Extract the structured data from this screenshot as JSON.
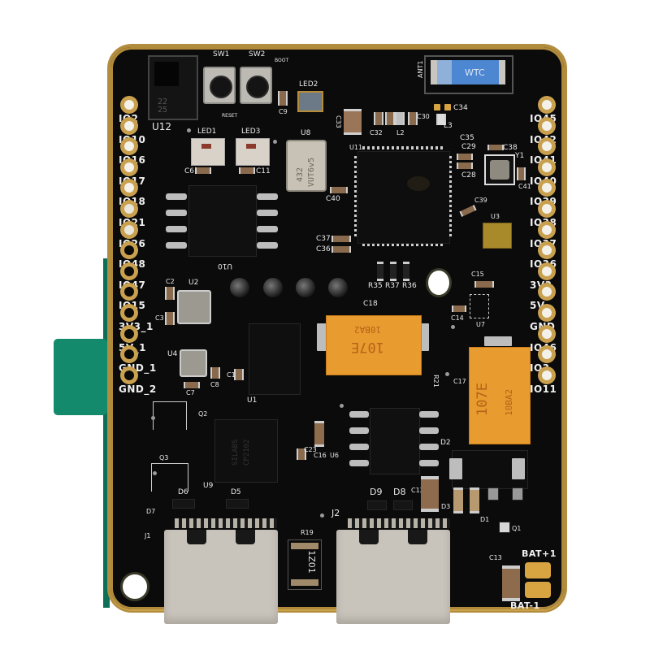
{
  "image": {
    "subject": "ESP32-S3 development board (black PCB, top view)",
    "background_color": "#ffffff",
    "pcb_color": "#0b0b0b",
    "pad_gold_color": "#c9a04e",
    "tab_color": "#138a6c",
    "tantalum_color": "#e89b2e",
    "antenna_color": "#4d86d1"
  },
  "left_header": {
    "pins": [
      "IO2",
      "IO10",
      "IO16",
      "IO17",
      "IO18",
      "IO21",
      "IO26",
      "IO48",
      "IO47",
      "IO15",
      "3V3_1",
      "5V_1",
      "GND_1",
      "GND_2"
    ]
  },
  "right_header": {
    "pins": [
      "IO45",
      "IO42",
      "IO41",
      "IO40",
      "IO39",
      "IO38",
      "IO37",
      "IO36",
      "3V3",
      "5V",
      "GND",
      "IO46",
      "IO3",
      "IO11"
    ]
  },
  "battery_pads": {
    "plus": "BAT+1",
    "minus": "BAT-1"
  },
  "top_components": {
    "u12": {
      "ref": "U12",
      "marking_line1": "22",
      "marking_line2": "25"
    },
    "sw1": {
      "ref": "SW1",
      "caption": "RESET"
    },
    "sw2": {
      "ref": "SW2",
      "caption": "BOOT"
    },
    "led2": {
      "ref": "LED2"
    },
    "led1": {
      "ref": "LED1"
    },
    "led3": {
      "ref": "LED3"
    },
    "u8": {
      "ref": "U8",
      "marking_line1": "432",
      "marking_line2": "VUT6v5"
    },
    "antenna": {
      "ref": "ANT1",
      "marking": "WTC"
    }
  },
  "capacitors": {
    "c6": "C6",
    "c11": "C11",
    "c9": "C9",
    "c33": "C33",
    "c32": "C32",
    "c30": "C30",
    "c34": "C34",
    "c35": "C35",
    "c29": "C29",
    "c28": "C28",
    "c38": "C38",
    "c41": "C41",
    "c39": "C39",
    "c40": "C40",
    "c37": "C37",
    "c36": "C36",
    "c15": "C15",
    "c14": "C14",
    "c2": "C2",
    "c3": "C3",
    "c7": "C7",
    "c8": "C8",
    "c1": "C1",
    "c18": "C18",
    "c17": "C17",
    "c16": "C16",
    "c23": "C23",
    "c12": "C12",
    "c13": "C13"
  },
  "inductors": {
    "l2": "L2",
    "l3": "L3"
  },
  "resistors": {
    "r35": "R35",
    "r37": "R37",
    "r36": "R36",
    "r21": "R21",
    "r19": "R19",
    "r19_marking": "1Z01"
  },
  "ics": {
    "u10": "U10",
    "u11": "U11",
    "u3": "U3",
    "u7": "U7",
    "u2": "U2",
    "u4": "U4",
    "u1": "U1",
    "u9": "U9",
    "u9_marking_1": "SILABS",
    "u9_marking_2": "CP2102",
    "u6": "U6",
    "y1": "Y1"
  },
  "transistors_diodes": {
    "q2": "Q2",
    "q3": "Q3",
    "q1": "Q1",
    "d6": "D6",
    "d5": "D5",
    "d7": "D7",
    "d9": "D9",
    "d8": "D8",
    "d2": "D2",
    "d3": "D3",
    "d1": "D1"
  },
  "connectors": {
    "j1": "J1",
    "j2": "J2"
  },
  "tantalum_caps": {
    "c18": {
      "line1": "107E",
      "line2": "10BA2"
    },
    "c17": {
      "line1": "107E",
      "line2": "10BA2"
    }
  }
}
